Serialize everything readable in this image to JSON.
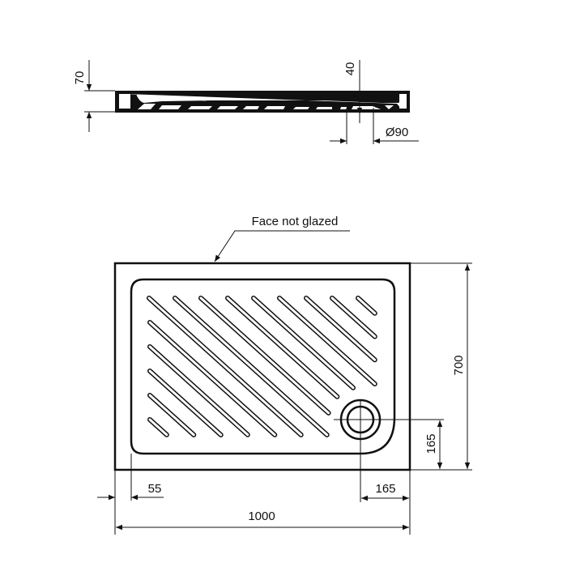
{
  "side_view": {
    "height_label": "70",
    "drain_depth_label": "40",
    "drain_diameter_label": "Ø90"
  },
  "top_view": {
    "note": "Face not glazed",
    "depth_label": "700",
    "drain_offset_y_label": "165",
    "rim_width_label": "55",
    "drain_offset_x_label": "165",
    "width_label": "1000"
  },
  "colors": {
    "line": "#111111",
    "background": "#ffffff"
  }
}
